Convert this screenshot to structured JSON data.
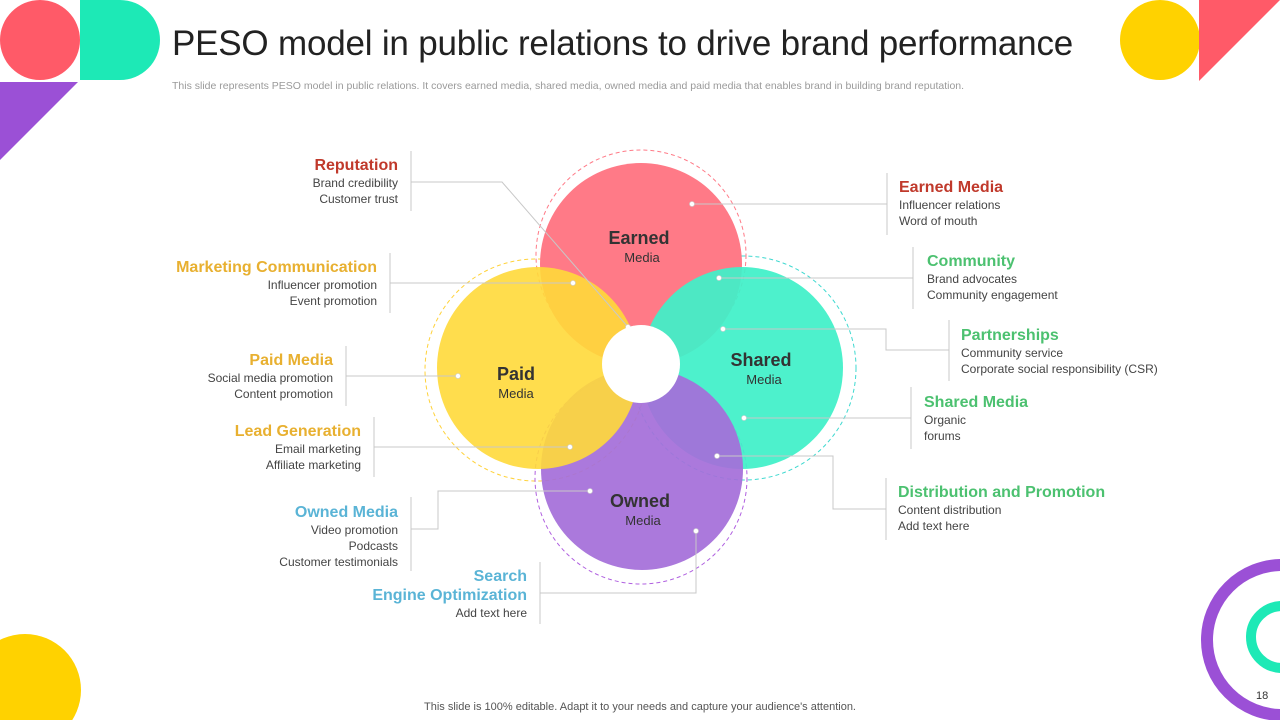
{
  "slide": {
    "title": "PESO model in public relations to drive brand performance",
    "subtitle": "This slide represents PESO model in public relations. It covers earned media, shared media, owned media and paid media that enables brand in building brand reputation.",
    "footer": "This slide is 100% editable. Adapt it to your needs and capture your audience's attention.",
    "page_number": "18"
  },
  "colors": {
    "earned": "#ff7a87",
    "shared": "#3ff0c8",
    "owned": "#a56fd9",
    "paid": "#ffdb3a",
    "reputation_red": "#c0392b",
    "paid_orange": "#e8b030",
    "owned_blue": "#5ab4d6",
    "shared_green": "#4cc170"
  },
  "petals": {
    "earned": {
      "name": "Earned",
      "sub": "Media"
    },
    "shared": {
      "name": "Shared",
      "sub": "Media"
    },
    "paid": {
      "name": "Paid",
      "sub": "Media"
    },
    "owned": {
      "name": "Owned",
      "sub": "Media"
    }
  },
  "labels": {
    "reputation": {
      "heading": "Reputation",
      "items": [
        "Brand credibility",
        "Customer trust"
      ]
    },
    "marketing_communication": {
      "heading": "Marketing Communication",
      "items": [
        "Influencer  promotion",
        "Event promotion"
      ]
    },
    "paid_media": {
      "heading": "Paid Media",
      "items": [
        "Social media promotion",
        "Content promotion"
      ]
    },
    "lead_generation": {
      "heading": "Lead Generation",
      "items": [
        "Email marketing",
        "Affiliate marketing"
      ]
    },
    "owned_media": {
      "heading": "Owned Media",
      "items": [
        "Video promotion",
        "Podcasts",
        "Customer testimonials"
      ]
    },
    "seo": {
      "heading_line1": "Search",
      "heading_line2": "Engine Optimization",
      "items": [
        "Add text here"
      ]
    },
    "earned_media": {
      "heading": "Earned Media",
      "items": [
        "Influencer  relations",
        "Word of mouth"
      ]
    },
    "community": {
      "heading": "Community",
      "items": [
        "Brand advocates",
        "Community engagement"
      ]
    },
    "partnerships": {
      "heading": "Partnerships",
      "items": [
        "Community service",
        "Corporate  social responsibility (CSR)"
      ]
    },
    "shared_media": {
      "heading": "Shared Media",
      "items": [
        "Organic",
        "forums"
      ]
    },
    "distribution": {
      "heading": "Distribution and Promotion",
      "items": [
        "Content distribution",
        "Add text here"
      ]
    }
  }
}
